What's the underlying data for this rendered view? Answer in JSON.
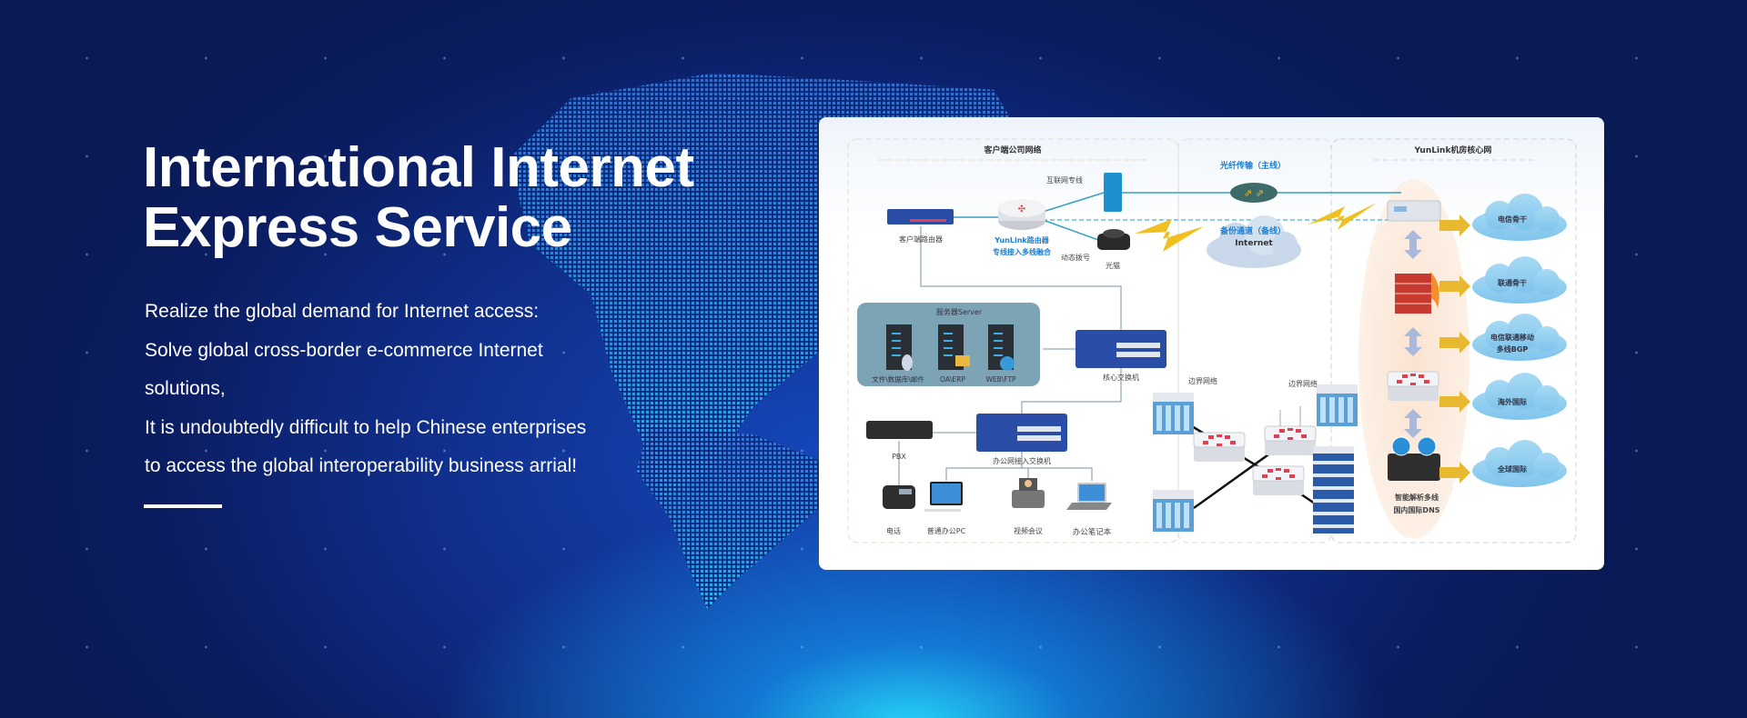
{
  "hero": {
    "title_line1": "International Internet",
    "title_line2": "Express Service",
    "paragraph": [
      "Realize the global demand for Internet access:",
      "Solve global cross-border e-commerce Internet",
      "solutions,",
      "It is undoubtedly difficult to help Chinese enterprises",
      "to access the global interoperability business arrial!"
    ]
  },
  "diagram": {
    "client_section_title": "客户端公司网络",
    "core_section_title": "YunLink机房核心网",
    "internet_line_label": "互联网专线",
    "client_router_label": "客户端路由器",
    "yunlink_router_label1": "YunLink路由器",
    "yunlink_router_label2": "专线接入多线融合",
    "dialup_label": "动态拨号",
    "modem_label": "光猫",
    "fiber_label": "光纤传输（主线）",
    "backup_label": "备份通道（备线）",
    "internet_label": "Internet",
    "server_group_title": "服务器Server",
    "servers": [
      "文件\\数据库\\邮件",
      "OA\\ERP",
      "WEB\\FTP"
    ],
    "core_switch_label": "核心交换机",
    "office_switch_label": "办公网接入交换机",
    "pbx_label": "PBX",
    "endpoints": [
      "电话",
      "普通办公PC",
      "视频会议",
      "办公笔记本"
    ],
    "border_labels": [
      "边界网络",
      "边界网络"
    ],
    "dns_label1": "智能解析多线",
    "dns_label2": "国内国际DNS",
    "backbones": [
      {
        "line1": "电信骨干",
        "line2": ""
      },
      {
        "line1": "联通骨干",
        "line2": ""
      },
      {
        "line1": "电信联通移动",
        "line2": "多线BGP"
      },
      {
        "line1": "海外国际",
        "line2": ""
      },
      {
        "line1": "全球国际",
        "line2": ""
      }
    ]
  },
  "colors": {
    "navy": "#0b1d62",
    "accent_blue": "#1a7fd0",
    "line": "#3aa0c0",
    "arrow_gold": "#e8b830"
  }
}
